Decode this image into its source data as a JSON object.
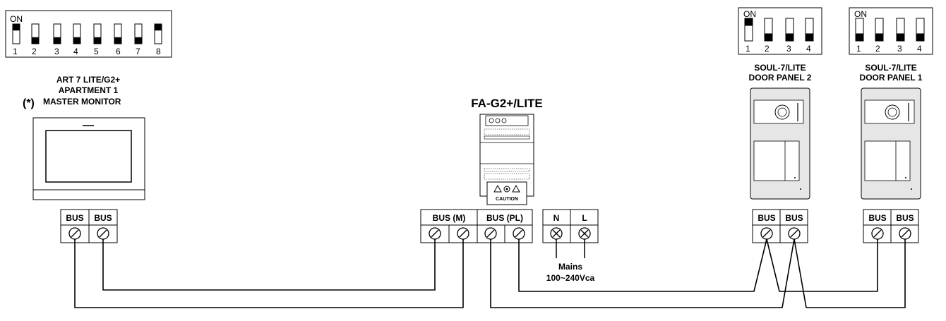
{
  "colors": {
    "line": "#000000",
    "panel_fill": "#e6e6e6",
    "device_fill": "#f2f2f2"
  },
  "monitor": {
    "title_line1": "ART 7 LITE/G2+",
    "title_line2": "APARTMENT 1",
    "title_line3": "MASTER MONITOR",
    "asterisk": "(*)",
    "dip": {
      "on_label": "ON",
      "numbers": [
        "1",
        "2",
        "3",
        "4",
        "5",
        "6",
        "7",
        "8"
      ],
      "switches_on": [
        true,
        false,
        false,
        false,
        false,
        false,
        false,
        true
      ]
    },
    "terminals": [
      "BUS",
      "BUS"
    ]
  },
  "power_supply": {
    "title": "FA-G2+/LITE",
    "caution_label": "CAUTION",
    "terminals_m_label": "BUS (M)",
    "terminals_pl_label": "BUS (PL)"
  },
  "mains": {
    "terminals": [
      "N",
      "L"
    ],
    "label_line1": "Mains",
    "label_line2": "100~240Vca"
  },
  "door_panel_2": {
    "title_line1": "SOUL-7/LITE",
    "title_line2": "DOOR PANEL 2",
    "dip": {
      "on_label": "ON",
      "numbers": [
        "1",
        "2",
        "3",
        "4"
      ],
      "switches_on": [
        true,
        false,
        false,
        false
      ]
    },
    "terminals": [
      "BUS",
      "BUS"
    ]
  },
  "door_panel_1": {
    "title_line1": "SOUL-7/LITE",
    "title_line2": "DOOR PANEL 1",
    "dip": {
      "on_label": "ON",
      "numbers": [
        "1",
        "2",
        "3",
        "4"
      ],
      "switches_on": [
        false,
        false,
        false,
        false
      ]
    },
    "terminals": [
      "BUS",
      "BUS"
    ]
  }
}
